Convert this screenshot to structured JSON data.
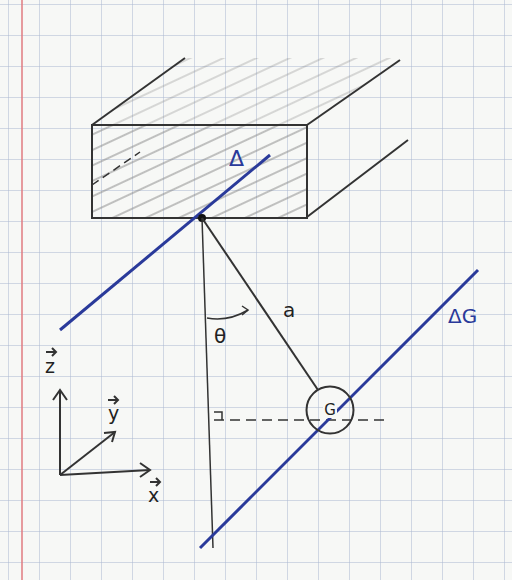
{
  "diagram": {
    "nodes": [
      {
        "text": [
          "G"
        ]
      }
    ],
    "labels": [
      "Δ",
      "ΔG",
      "θ",
      "a",
      "z",
      "y",
      "x"
    ]
  }
}
